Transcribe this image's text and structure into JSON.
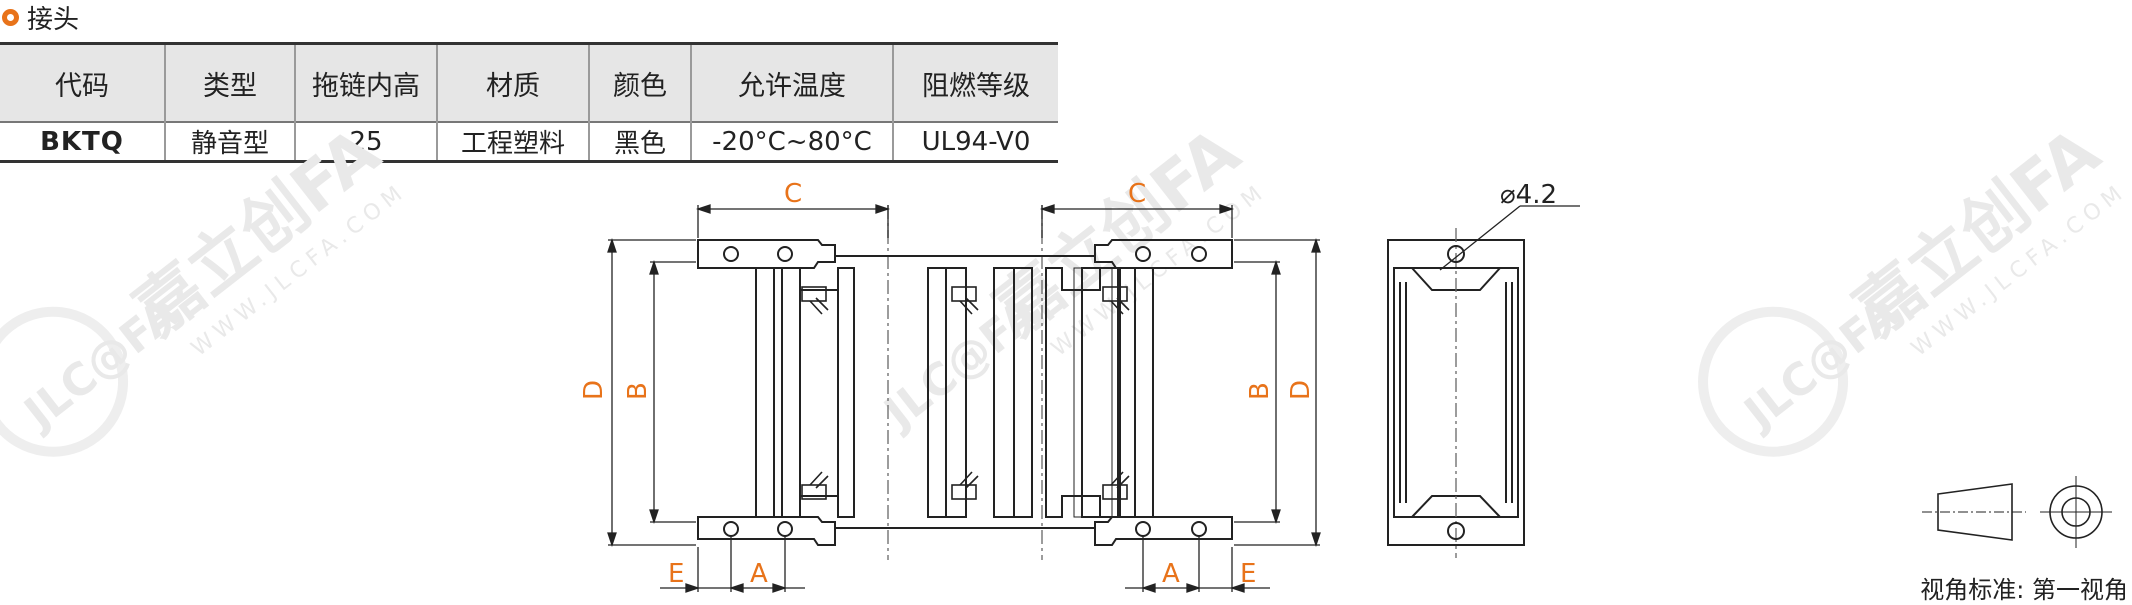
{
  "section": {
    "title": "接头"
  },
  "table": {
    "headers": [
      "代码",
      "类型",
      "拖链内高",
      "材质",
      "颜色",
      "允许温度",
      "阻燃等级"
    ],
    "rows": [
      [
        "BKTQ",
        "静音型",
        "25",
        "工程塑料",
        "黑色",
        "-20°C~80°C",
        "UL94-V0"
      ]
    ]
  },
  "drawing": {
    "dim_c_left": "C",
    "dim_c_right": "C",
    "dim_d_left": "D",
    "dim_b_left": "B",
    "dim_b_right": "B",
    "dim_d_right": "D",
    "dim_e_left": "E",
    "dim_a_left": "A",
    "dim_a_right": "A",
    "dim_e_right": "E",
    "hole_diameter": "⌀4.2",
    "dim_color": "#e8731a"
  },
  "watermark": {
    "brand": "嘉立创FA",
    "logo": "JLC@FA",
    "url": "WWW.JLCFA.COM"
  },
  "view_standard": "视角标准: 第一视角"
}
